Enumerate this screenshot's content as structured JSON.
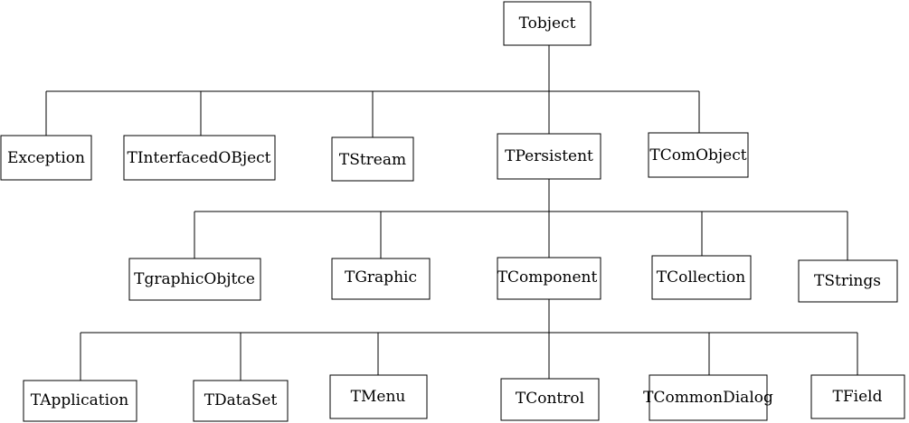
{
  "nodes": [
    {
      "id": "tobject",
      "label": "Tobject",
      "parent": null
    },
    {
      "id": "exception",
      "label": "Exception",
      "parent": "tobject"
    },
    {
      "id": "tinterfacedobject",
      "label": "TInterfacedOBject",
      "parent": "tobject"
    },
    {
      "id": "tstream",
      "label": "TStream",
      "parent": "tobject"
    },
    {
      "id": "tpersistent",
      "label": "TPersistent",
      "parent": "tobject"
    },
    {
      "id": "tcomobject",
      "label": "TComObject",
      "parent": "tobject"
    },
    {
      "id": "tgraphicobjtce",
      "label": "TgraphicObjtce",
      "parent": "tpersistent"
    },
    {
      "id": "tgraphic",
      "label": "TGraphic",
      "parent": "tpersistent"
    },
    {
      "id": "tcomponent",
      "label": "TComponent",
      "parent": "tpersistent"
    },
    {
      "id": "tcollection",
      "label": "TCollection",
      "parent": "tpersistent"
    },
    {
      "id": "tstrings",
      "label": "TStrings",
      "parent": "tpersistent"
    },
    {
      "id": "tapplication",
      "label": "TApplication",
      "parent": "tcomponent"
    },
    {
      "id": "tdataset",
      "label": "TDataSet",
      "parent": "tcomponent"
    },
    {
      "id": "tmenu",
      "label": "TMenu",
      "parent": "tcomponent"
    },
    {
      "id": "tcontrol",
      "label": "TControl",
      "parent": "tcomponent"
    },
    {
      "id": "tcommondialog",
      "label": "TCommonDialog",
      "parent": "tcomponent"
    },
    {
      "id": "tfield",
      "label": "TField",
      "parent": "tcomponent"
    }
  ]
}
